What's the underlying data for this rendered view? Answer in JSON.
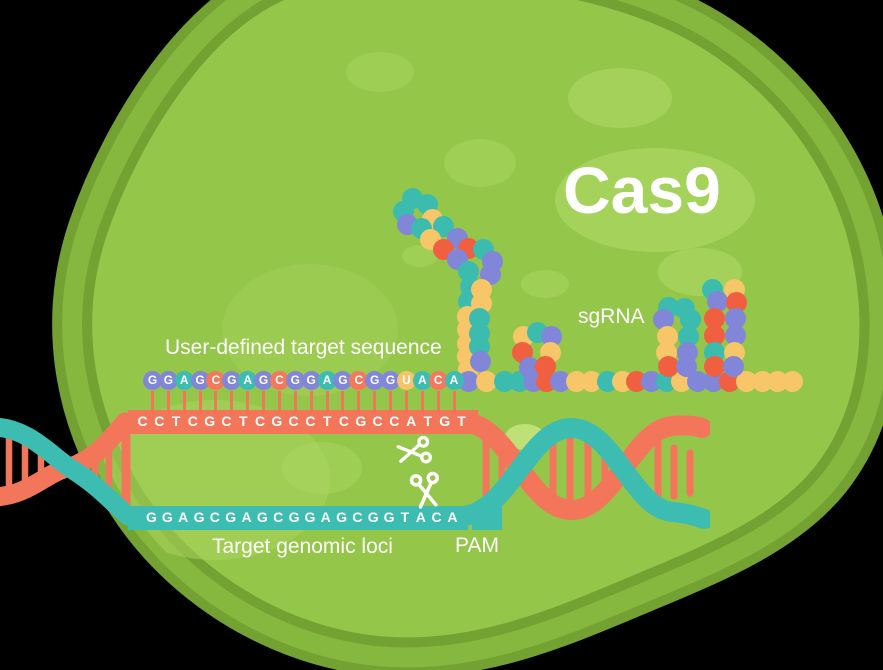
{
  "labels": {
    "title": "Cas9",
    "sgrna": "sgRNA",
    "user_sequence": "User-defined target sequence",
    "genomic_loci": "Target genomic loci",
    "pam": "PAM"
  },
  "sequences": {
    "rna_spacer": "GGAGCGAGCGGAGCGGUACA",
    "antisense_strand": "CCTCGCTCGCCTCGCCATGT",
    "sense_strand": "GGAGCGAGCGGAGCGGTACA"
  },
  "colors": {
    "background": "#000000",
    "text": "#ffffff",
    "cell_rim": "#73a132",
    "cell_band": "#86b73f",
    "cell_body": "#94c64a",
    "cell_spot": "#a9d55f",
    "cell_spot_bright": "#c3e27b",
    "strand_salmon": "#f4765a",
    "strand_teal": "#3dbdb2",
    "nucleotide": {
      "G": "#8186d8",
      "A": "#3dbdb2",
      "C": "#f4785c",
      "U": "#f6c469"
    },
    "dot_palette": {
      "t": "#3bbcae",
      "y": "#f7c669",
      "p": "#8186d8",
      "r": "#f15f41"
    }
  },
  "sgrna_dots": [
    [
      412,
      198,
      "t"
    ],
    [
      427,
      204,
      "t"
    ],
    [
      403,
      211,
      "t"
    ],
    [
      432,
      219,
      "y"
    ],
    [
      407,
      224,
      "p"
    ],
    [
      421,
      228,
      "t"
    ],
    [
      443,
      226,
      "t"
    ],
    [
      430,
      239,
      "y"
    ],
    [
      457,
      238,
      "p"
    ],
    [
      443,
      249,
      "r"
    ],
    [
      468,
      248,
      "r"
    ],
    [
      457,
      259,
      "p"
    ],
    [
      483,
      249,
      "t"
    ],
    [
      468,
      271,
      "t"
    ],
    [
      492,
      261,
      "p"
    ],
    [
      470,
      286,
      "t"
    ],
    [
      490,
      274,
      "p"
    ],
    [
      468,
      301,
      "t"
    ],
    [
      481,
      289,
      "y"
    ],
    [
      467,
      316,
      "y"
    ],
    [
      481,
      303,
      "y"
    ],
    [
      467,
      329,
      "y"
    ],
    [
      479,
      318,
      "t"
    ],
    [
      467,
      343,
      "y"
    ],
    [
      479,
      333,
      "t"
    ],
    [
      467,
      356,
      "y"
    ],
    [
      479,
      346,
      "t"
    ],
    [
      468,
      369,
      "y"
    ],
    [
      480,
      361,
      "p"
    ],
    [
      468,
      381,
      "p"
    ],
    [
      486,
      381,
      "y"
    ],
    [
      504,
      381,
      "t"
    ],
    [
      519,
      381,
      "t"
    ],
    [
      533,
      381,
      "p"
    ],
    [
      546,
      381,
      "r"
    ],
    [
      560,
      381,
      "p"
    ],
    [
      576,
      381,
      "y"
    ],
    [
      591,
      381,
      "y"
    ],
    [
      607,
      381,
      "t"
    ],
    [
      622,
      381,
      "y"
    ],
    [
      636,
      381,
      "r"
    ],
    [
      651,
      381,
      "p"
    ],
    [
      666,
      381,
      "t"
    ],
    [
      681,
      381,
      "y"
    ],
    [
      697,
      381,
      "p"
    ],
    [
      713,
      381,
      "p"
    ],
    [
      729,
      381,
      "r"
    ],
    [
      746,
      381,
      "y"
    ],
    [
      762,
      381,
      "y"
    ],
    [
      777,
      381,
      "y"
    ],
    [
      792,
      381,
      "y"
    ],
    [
      523,
      336,
      "y"
    ],
    [
      537,
      332,
      "t"
    ],
    [
      551,
      336,
      "p"
    ],
    [
      522,
      352,
      "r"
    ],
    [
      550,
      352,
      "y"
    ],
    [
      529,
      367,
      "p"
    ],
    [
      545,
      366,
      "r"
    ],
    [
      668,
      307,
      "t"
    ],
    [
      684,
      308,
      "t"
    ],
    [
      663,
      319,
      "p"
    ],
    [
      690,
      319,
      "t"
    ],
    [
      667,
      336,
      "y"
    ],
    [
      688,
      336,
      "t"
    ],
    [
      666,
      352,
      "y"
    ],
    [
      687,
      352,
      "p"
    ],
    [
      668,
      366,
      "r"
    ],
    [
      686,
      366,
      "p"
    ],
    [
      712,
      289,
      "t"
    ],
    [
      734,
      289,
      "y"
    ],
    [
      717,
      301,
      "p"
    ],
    [
      736,
      302,
      "r"
    ],
    [
      714,
      318,
      "r"
    ],
    [
      735,
      318,
      "p"
    ],
    [
      714,
      335,
      "r"
    ],
    [
      735,
      335,
      "p"
    ],
    [
      714,
      352,
      "t"
    ],
    [
      734,
      352,
      "y"
    ],
    [
      714,
      366,
      "r"
    ],
    [
      733,
      366,
      "p"
    ]
  ]
}
